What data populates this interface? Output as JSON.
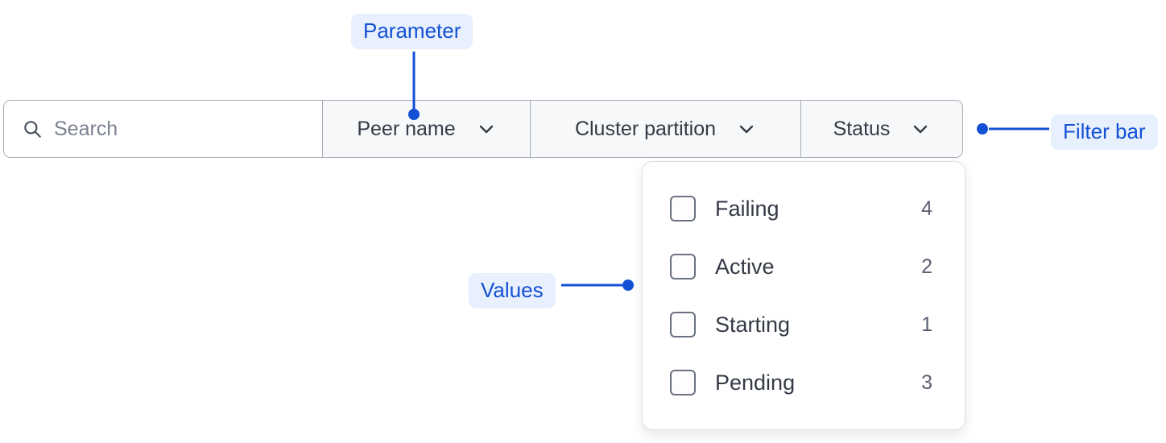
{
  "search": {
    "placeholder": "Search",
    "value": "",
    "icon": "search-icon"
  },
  "filters": [
    {
      "label": "Peer name",
      "icon": "chevron-down-icon"
    },
    {
      "label": "Cluster partition",
      "icon": "chevron-down-icon"
    },
    {
      "label": "Status",
      "icon": "chevron-down-icon"
    }
  ],
  "dropdown": {
    "open_for": "Status",
    "options": [
      {
        "label": "Failing",
        "count": "4",
        "checked": false
      },
      {
        "label": "Active",
        "count": "2",
        "checked": false
      },
      {
        "label": "Starting",
        "count": "1",
        "checked": false
      },
      {
        "label": "Pending",
        "count": "3",
        "checked": false
      }
    ]
  },
  "annotations": [
    {
      "label": "Parameter"
    },
    {
      "label": "Filter bar"
    },
    {
      "label": "Values"
    }
  ],
  "colors": {
    "annotation_text": "#1350d4",
    "annotation_pill_bg": "#e8f0fe",
    "connector": "#1350d4",
    "bar_border": "#a7abb8",
    "bar_fill": "#f7f8f9",
    "text_primary": "#343a46",
    "text_muted": "#5a6070",
    "placeholder": "#7b8190",
    "panel_border": "#dcdfe5",
    "checkbox_border": "#6b7280"
  }
}
